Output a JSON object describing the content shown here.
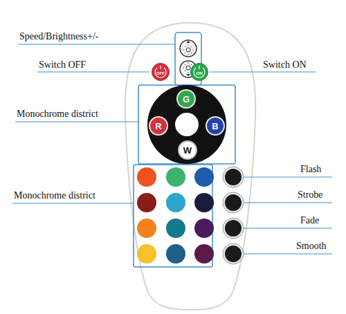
{
  "diagram": {
    "nodes": [
      {
        "text": [
          "OFF"
        ]
      },
      {
        "text": [
          "ON"
        ]
      },
      {
        "text": [
          "G"
        ]
      },
      {
        "text": [
          "R"
        ]
      },
      {
        "text": [
          "B"
        ]
      },
      {
        "text": [
          "W"
        ]
      }
    ],
    "labels": [
      "Speed/Brightness+/-",
      "Switch OFF",
      "Switch ON",
      "Monochrome district",
      "Monochrome district",
      "Flash",
      "Strobe",
      "Fade",
      "Smooth"
    ]
  }
}
